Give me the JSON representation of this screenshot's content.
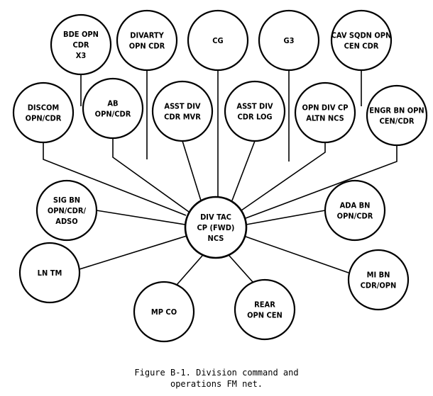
{
  "hub": {
    "id": "hub",
    "lines": [
      "DIV TAC",
      "CP (FWD)",
      "NCS"
    ]
  },
  "nodes": [
    {
      "id": "bde-opn",
      "lines": [
        "BDE OPN",
        "CDR",
        "X3"
      ]
    },
    {
      "id": "divarty",
      "lines": [
        "DIVARTY",
        "OPN CDR"
      ]
    },
    {
      "id": "cg",
      "lines": [
        "CG"
      ]
    },
    {
      "id": "g3",
      "lines": [
        "G3"
      ]
    },
    {
      "id": "cav-sqdn",
      "lines": [
        "CAV SQDN OPN",
        "CEN CDR"
      ]
    },
    {
      "id": "discom",
      "lines": [
        "DISCOM",
        "OPN/CDR"
      ]
    },
    {
      "id": "ab",
      "lines": [
        "AB",
        "OPN/CDR"
      ]
    },
    {
      "id": "asst-div-mvr",
      "lines": [
        "ASST DIV",
        "CDR MVR"
      ]
    },
    {
      "id": "asst-div-log",
      "lines": [
        "ASST DIV",
        "CDR LOG"
      ]
    },
    {
      "id": "opn-div-cp",
      "lines": [
        "OPN DIV CP",
        "ALTN NCS"
      ]
    },
    {
      "id": "engr-bn",
      "lines": [
        "ENGR BN OPN",
        "CEN/CDR"
      ]
    },
    {
      "id": "sig-bn",
      "lines": [
        "SIG BN",
        "OPN/CDR/",
        "ADSO"
      ]
    },
    {
      "id": "ada-bn",
      "lines": [
        "ADA BN",
        "OPN/CDR"
      ]
    },
    {
      "id": "ln-tm",
      "lines": [
        "LN TM"
      ]
    },
    {
      "id": "mi-bn",
      "lines": [
        "MI BN",
        "CDR/OPN"
      ]
    },
    {
      "id": "mp-co",
      "lines": [
        "MP CO"
      ]
    },
    {
      "id": "rear",
      "lines": [
        "REAR",
        "OPN CEN"
      ]
    }
  ],
  "caption": {
    "line1": "Figure B-1. Division command and",
    "line2": "operations FM net."
  }
}
